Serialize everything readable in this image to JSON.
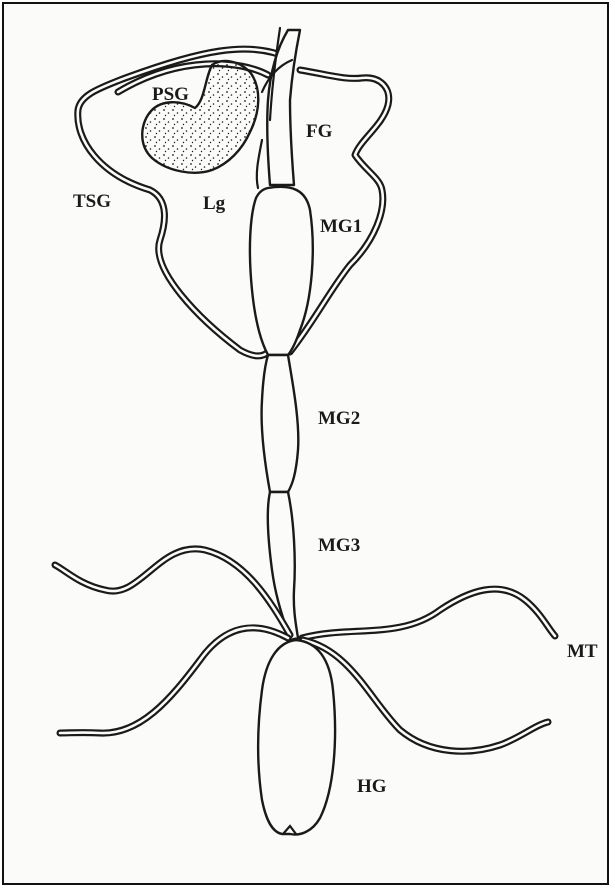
{
  "figure": {
    "labels": {
      "psg": "PSG",
      "fg": "FG",
      "tsg": "TSG",
      "lg": "Lg",
      "mg1": "MG1",
      "mg2": "MG2",
      "mg3": "MG3",
      "mt": "MT",
      "hg": "HG"
    },
    "colors": {
      "ink": "#1a1a1a",
      "paper": "#fbfbf9",
      "border": "#111111"
    }
  }
}
